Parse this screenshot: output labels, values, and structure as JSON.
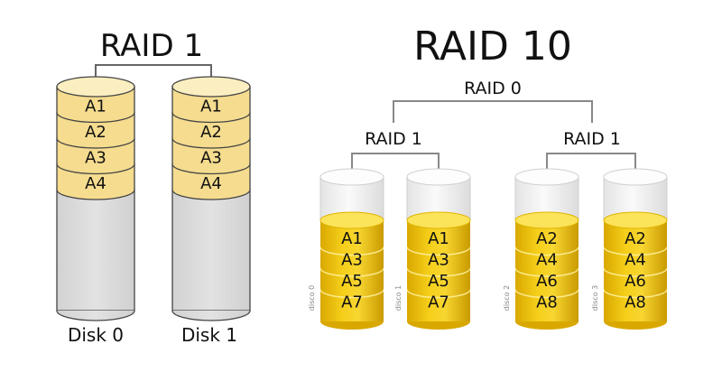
{
  "raid1": {
    "title": "RAID 1",
    "disks": [
      {
        "label": "Disk 0",
        "blocks": [
          "A1",
          "A2",
          "A3",
          "A4"
        ]
      },
      {
        "label": "Disk 1",
        "blocks": [
          "A1",
          "A2",
          "A3",
          "A4"
        ]
      }
    ]
  },
  "raid10": {
    "title": "RAID 10",
    "stripe_label": "RAID 0",
    "mirrors": [
      {
        "label": "RAID 1",
        "disks": [
          {
            "label": "disco 0",
            "blocks": [
              "A1",
              "A3",
              "A5",
              "A7"
            ]
          },
          {
            "label": "disco 1",
            "blocks": [
              "A1",
              "A3",
              "A5",
              "A7"
            ]
          }
        ]
      },
      {
        "label": "RAID 1",
        "disks": [
          {
            "label": "disco 2",
            "blocks": [
              "A2",
              "A4",
              "A6",
              "A8"
            ]
          },
          {
            "label": "disco 3",
            "blocks": [
              "A2",
              "A4",
              "A6",
              "A8"
            ]
          }
        ]
      }
    ]
  },
  "colors": {
    "raid1_block_fill": "#f5dc8f",
    "raid1_block_top": "#fbeec0",
    "raid1_body_fill": "#dcdcdc",
    "raid10_block_fill": "#f2c600",
    "raid10_block_top": "#fbe35a",
    "raid10_glass": "#f2f2f2",
    "line": "#777777",
    "text": "#111111"
  }
}
